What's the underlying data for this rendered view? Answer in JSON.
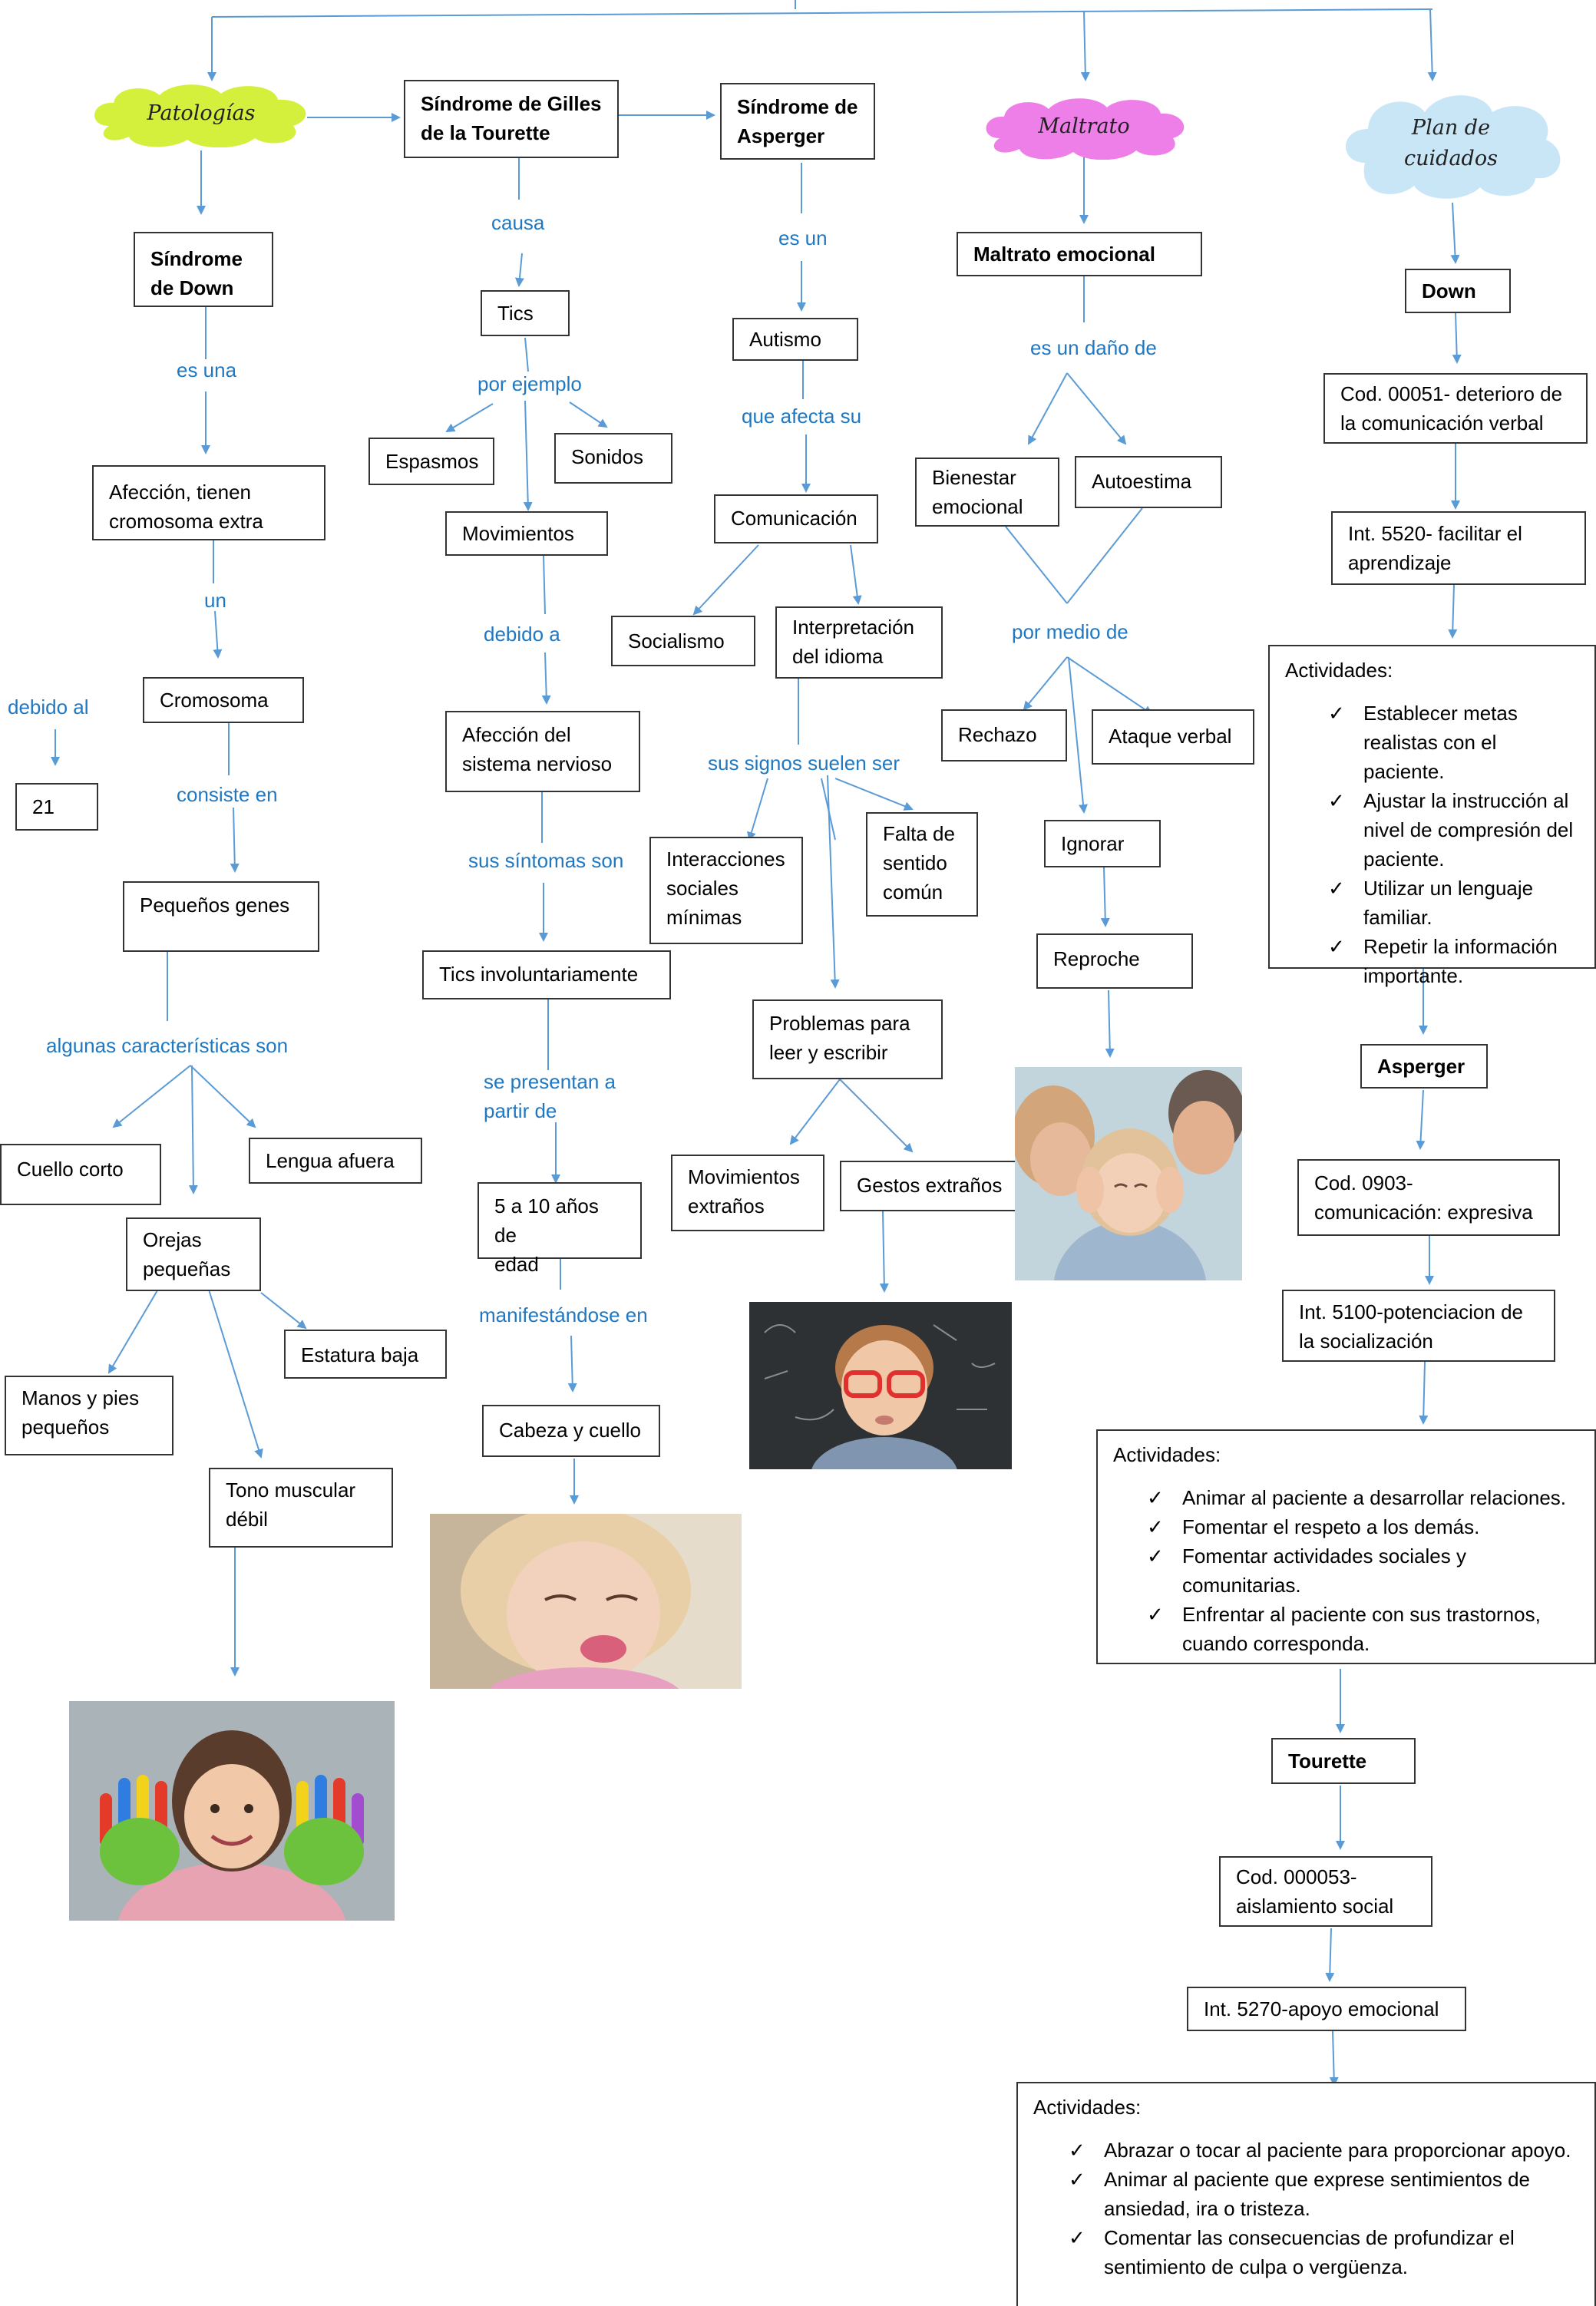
{
  "colors": {
    "arrow": "#5b9bd5",
    "link_text": "#1f78c1",
    "cloud_green": "#d4f03c",
    "cloud_pink": "#ee7fe8",
    "cloud_blue": "#c9e6f7"
  },
  "clouds": {
    "patologias": "Patologías",
    "maltrato": "Maltrato",
    "plan": "Plan de\ncuidados"
  },
  "nodes": {
    "sindrome_down": "Síndrome\nde Down",
    "afeccion_cromosoma": "Afección, tienen\ncromosoma extra",
    "cromosoma": "Cromosoma",
    "veintiuno": "21",
    "pequenos_genes": "Pequeños genes",
    "cuello_corto": "Cuello corto",
    "lengua_afuera": "Lengua afuera",
    "orejas_pequenas": "Orejas\npequeñas",
    "estatura_baja": "Estatura baja",
    "manos_pies": "Manos y pies\npequeños",
    "tono_muscular": "Tono muscular\ndébil",
    "tourette": "Síndrome de Gilles\nde la Tourette",
    "tics": "Tics",
    "espasmos": "Espasmos",
    "sonidos": "Sonidos",
    "movimientos": "Movimientos",
    "afeccion_nervioso": "Afección del\nsistema nervioso",
    "tics_involuntarios": "Tics involuntariamente",
    "edad": "5 a 10 años de\nedad",
    "cabeza_cuello": "Cabeza y cuello",
    "asperger": "Síndrome de\nAsperger",
    "autismo": "Autismo",
    "comunicacion": "Comunicación",
    "socialismo": "Socialismo",
    "interpretacion": "Interpretación\ndel idioma",
    "interacciones": "Interacciones\nsociales\nmínimas",
    "falta_sentido": "Falta de\nsentido\ncomún",
    "problemas_leer": "Problemas para\nleer y escribir",
    "movimientos_extranos": "Movimientos\nextraños",
    "gestos_extranos": "Gestos extraños",
    "maltrato_emocional": "Maltrato emocional",
    "bienestar": "Bienestar\nemocional",
    "autoestima": "Autoestima",
    "rechazo": "Rechazo",
    "ataque_verbal": "Ataque verbal",
    "ignorar": "Ignorar",
    "reproche": "Reproche",
    "down": "Down",
    "cod_00051": "Cod. 00051- deterioro de\nla comunicación verbal",
    "int_5520": "Int. 5520- facilitar el\naprendizaje",
    "asperger_plan": "Asperger",
    "cod_0903": "Cod. 0903-\ncomunicación: expresiva",
    "int_5100": "Int. 5100-potenciacion de\nla socialización",
    "tourette_plan": "Tourette",
    "cod_000053": "Cod. 000053-\naislamiento social",
    "int_5270": "Int. 5270-apoyo emocional"
  },
  "links": {
    "es_una": "es una",
    "un": "un",
    "debido_al": "debido al",
    "consiste_en": "consiste en",
    "algunas": "algunas características son",
    "causa": "causa",
    "por_ejemplo": "por ejemplo",
    "debido_a": "debido a",
    "sus_sintomas": "sus síntomas son",
    "se_presentan": "se presentan a\npartir de",
    "manifestandose": "manifestándose en",
    "es_un": "es un",
    "que_afecta": "que afecta su",
    "sus_signos": "sus signos suelen ser",
    "es_un_dano": "es un daño de",
    "por_medio": "por medio de"
  },
  "activities": {
    "check": "✓",
    "down": {
      "title": "Actividades:",
      "items": [
        "Establecer metas realistas con el paciente.",
        "Ajustar la instrucción al nivel de compresión del paciente.",
        "Utilizar un lenguaje familiar.",
        "Repetir la información importante."
      ]
    },
    "asperger": {
      "title": "Actividades:",
      "items": [
        "Animar al paciente a desarrollar relaciones.",
        "Fomentar el respeto a los demás.",
        "Fomentar actividades sociales y comunitarias.",
        "Enfrentar al paciente con sus trastornos, cuando corresponda."
      ]
    },
    "tourette": {
      "title": "Actividades:",
      "items": [
        "Abrazar o tocar al paciente para proporcionar apoyo.",
        "Animar al paciente que exprese sentimientos de ansiedad, ira o tristeza.",
        "Comentar las consecuencias de profundizar el sentimiento de culpa o vergüenza."
      ]
    }
  }
}
